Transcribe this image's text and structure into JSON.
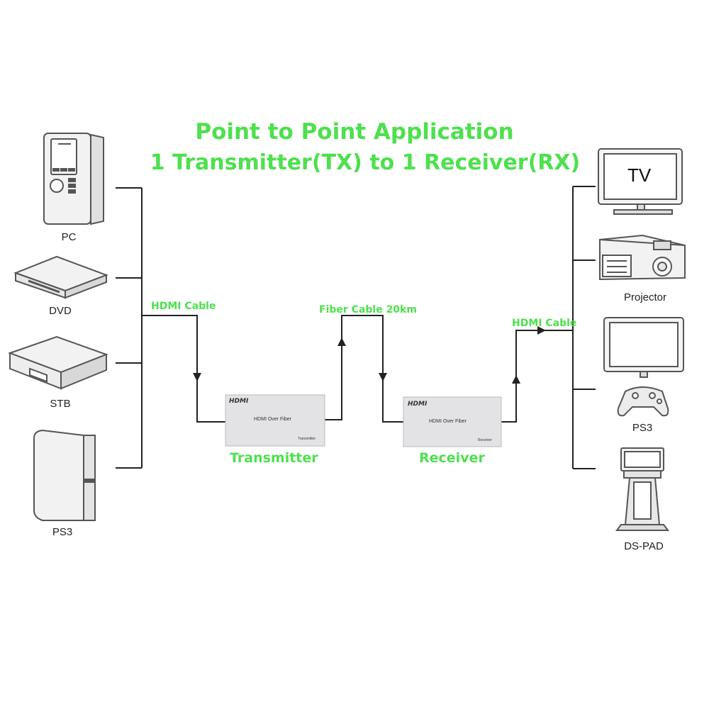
{
  "title": {
    "line1": "Point to Point Application",
    "line2": "1 Transmitter(TX) to 1 Receiver(RX)"
  },
  "sources": [
    {
      "label": "PC"
    },
    {
      "label": "DVD"
    },
    {
      "label": "STB"
    },
    {
      "label": "PS3"
    }
  ],
  "displays": [
    {
      "label": "TV",
      "screen_text": "TV"
    },
    {
      "label": "Projector"
    },
    {
      "label": "PS3"
    },
    {
      "label": "DS-PAD"
    }
  ],
  "cables": {
    "hdmi_in": "HDMI Cable",
    "fiber": "Fiber Cable 20km",
    "hdmi_out": "HDMI Cable"
  },
  "transmitter": {
    "name": "Transmitter",
    "logo": "HDMI",
    "model": "HDMI Over Fiber",
    "tag": "Transmitter"
  },
  "receiver": {
    "name": "Receiver",
    "logo": "HDMI",
    "model": "HDMI Over Fiber",
    "tag": "Receiver"
  },
  "colors": {
    "accent": "#4ee04e",
    "line": "#222222",
    "device_fill": "#f2f2f2",
    "device_stroke": "#555555",
    "box_fill": "#e3e3e6"
  }
}
